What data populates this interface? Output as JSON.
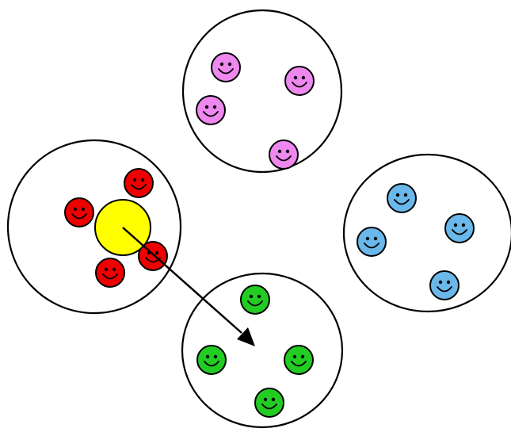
{
  "colors": {
    "background": "#ffffff",
    "outline": "#000000",
    "pink": "#ee88ee",
    "red": "#ee0000",
    "blue": "#6ab7ea",
    "green": "#22cc22",
    "yellow": "#ffff00",
    "arrow": "#000000"
  },
  "groups": [
    {
      "id": "pink",
      "color_key": "pink",
      "member_count": 4
    },
    {
      "id": "red",
      "color_key": "red",
      "member_count": 4
    },
    {
      "id": "blue",
      "color_key": "blue",
      "member_count": 4
    },
    {
      "id": "green",
      "color_key": "green",
      "member_count": 4
    }
  ],
  "moving_item": {
    "color_key": "yellow",
    "from_group": "red",
    "to_group": "green"
  },
  "icons": {
    "face": "smiley-face-icon",
    "arrow": "arrow-icon"
  }
}
